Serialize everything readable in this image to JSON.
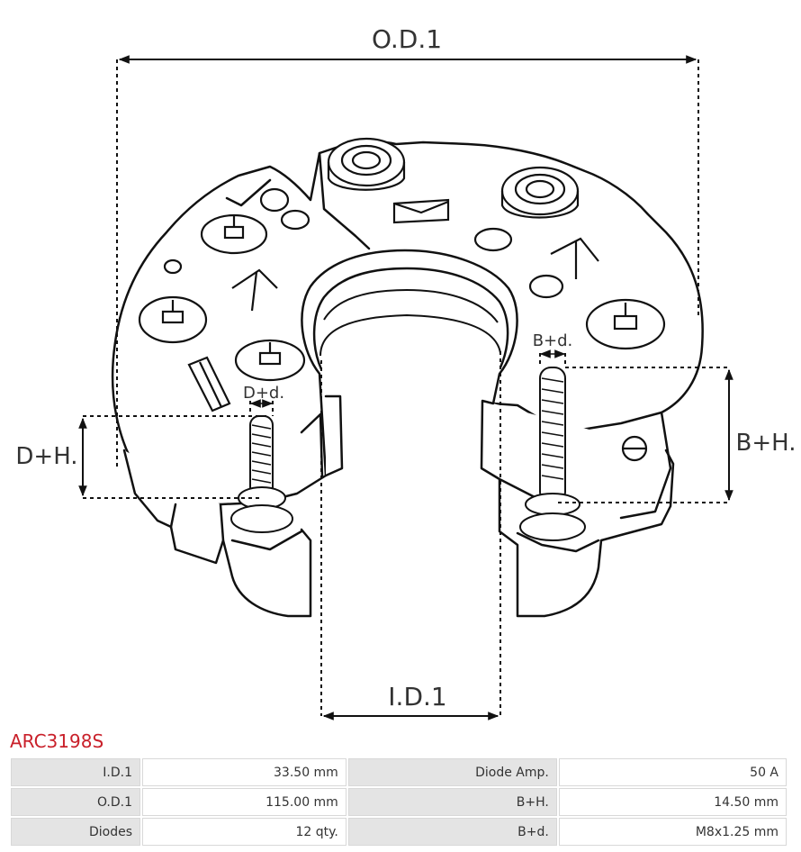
{
  "diagram": {
    "labels": {
      "od1": "O.D.1",
      "id1": "I.D.1",
      "dh": "D+H.",
      "dd": "D+d.",
      "bh": "B+H.",
      "bd": "B+d."
    }
  },
  "part": {
    "code": "ARC3198S"
  },
  "specs": {
    "rows": [
      [
        {
          "label": "I.D.1",
          "value": "33.50 mm"
        },
        {
          "label": "Diode Amp.",
          "value": "50 A"
        }
      ],
      [
        {
          "label": "O.D.1",
          "value": "115.00 mm"
        },
        {
          "label": "B+H.",
          "value": "14.50 mm"
        }
      ],
      [
        {
          "label": "Diodes",
          "value": "12 qty."
        },
        {
          "label": "B+d.",
          "value": "M8x1.25 mm"
        }
      ]
    ]
  }
}
